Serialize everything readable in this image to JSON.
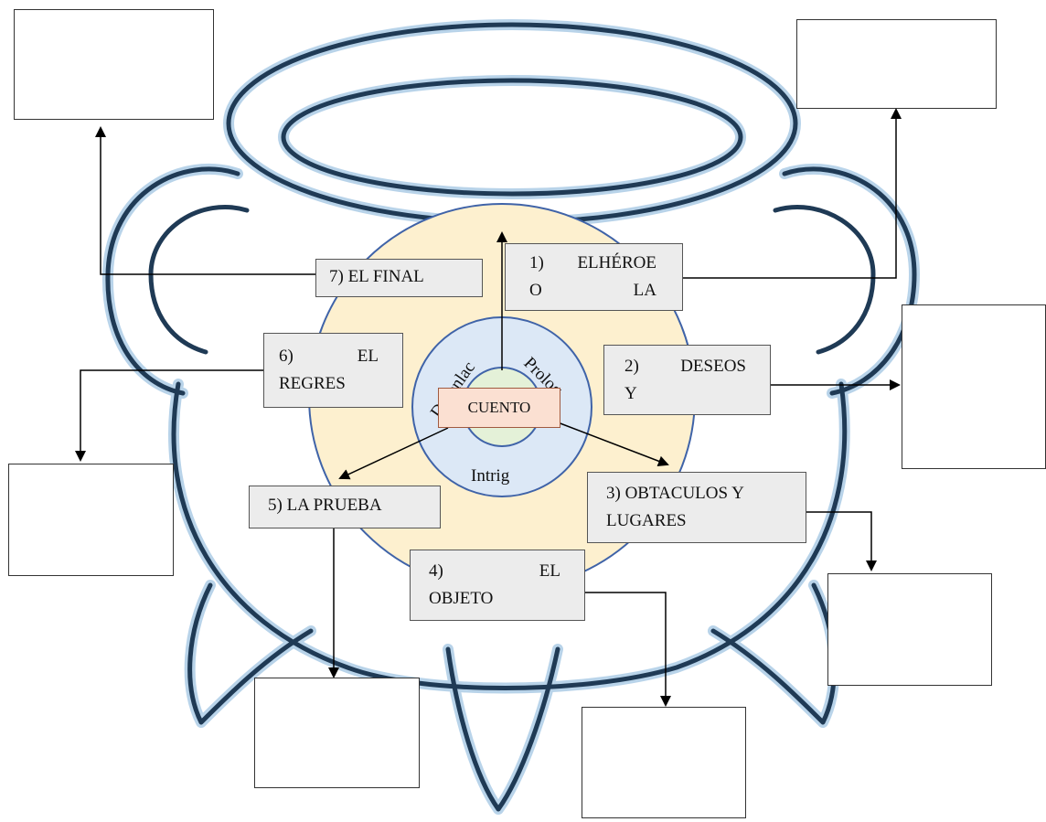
{
  "center_label": "CUENTO",
  "ring_labels": {
    "desenlace": "Desenlac",
    "prologo": "Prolog",
    "intriga": "Intrig"
  },
  "steps": {
    "s1": {
      "line1_a": "1)",
      "line1_b": "ELHÉROE",
      "line2_a": "O",
      "line2_b": "LA"
    },
    "s2": {
      "line1_a": "2)",
      "line1_b": "DESEOS",
      "line2": "Y"
    },
    "s3": {
      "line1": "3) OBTACULOS Y",
      "line2": "LUGARES"
    },
    "s4": {
      "line1_a": "4)",
      "line1_b": "EL",
      "line2": "OBJETO"
    },
    "s5": {
      "line1": "5) LA PRUEBA"
    },
    "s6": {
      "line1_a": "6)",
      "line1_b": "EL",
      "line2": "REGRES"
    },
    "s7": {
      "line1": "7) EL FINAL"
    }
  },
  "colors": {
    "cauldron_stroke": "#1f3a55",
    "cauldron_glow": "#7fb0d8",
    "outer_circle_fill": "#fdf0cf",
    "ring_fill": "#dce8f6",
    "inner_fill": "#e4f1d8",
    "circle_stroke": "#3f63a8"
  }
}
